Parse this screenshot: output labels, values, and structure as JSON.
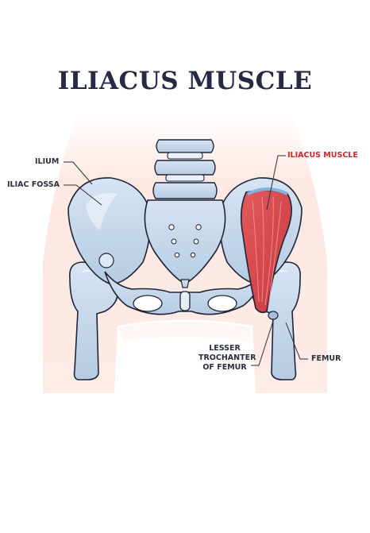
{
  "title": "ILIACUS MUSCLE",
  "labels": {
    "ilium": "ILIUM",
    "iliac_fossa": "ILIAC FOSSA",
    "iliacus_muscle": "ILIACUS MUSCLE",
    "lesser_trochanter": [
      "LESSER",
      "TROCHANTER",
      "OF FEMUR"
    ],
    "femur": "FEMUR"
  },
  "colors": {
    "title": "#262a44",
    "bone": "#c7d8ec",
    "bone_outline": "#1f2436",
    "muscle": "#d8484c",
    "body_silhouette": "#fde9e3",
    "label_highlight": "#c9262d"
  }
}
